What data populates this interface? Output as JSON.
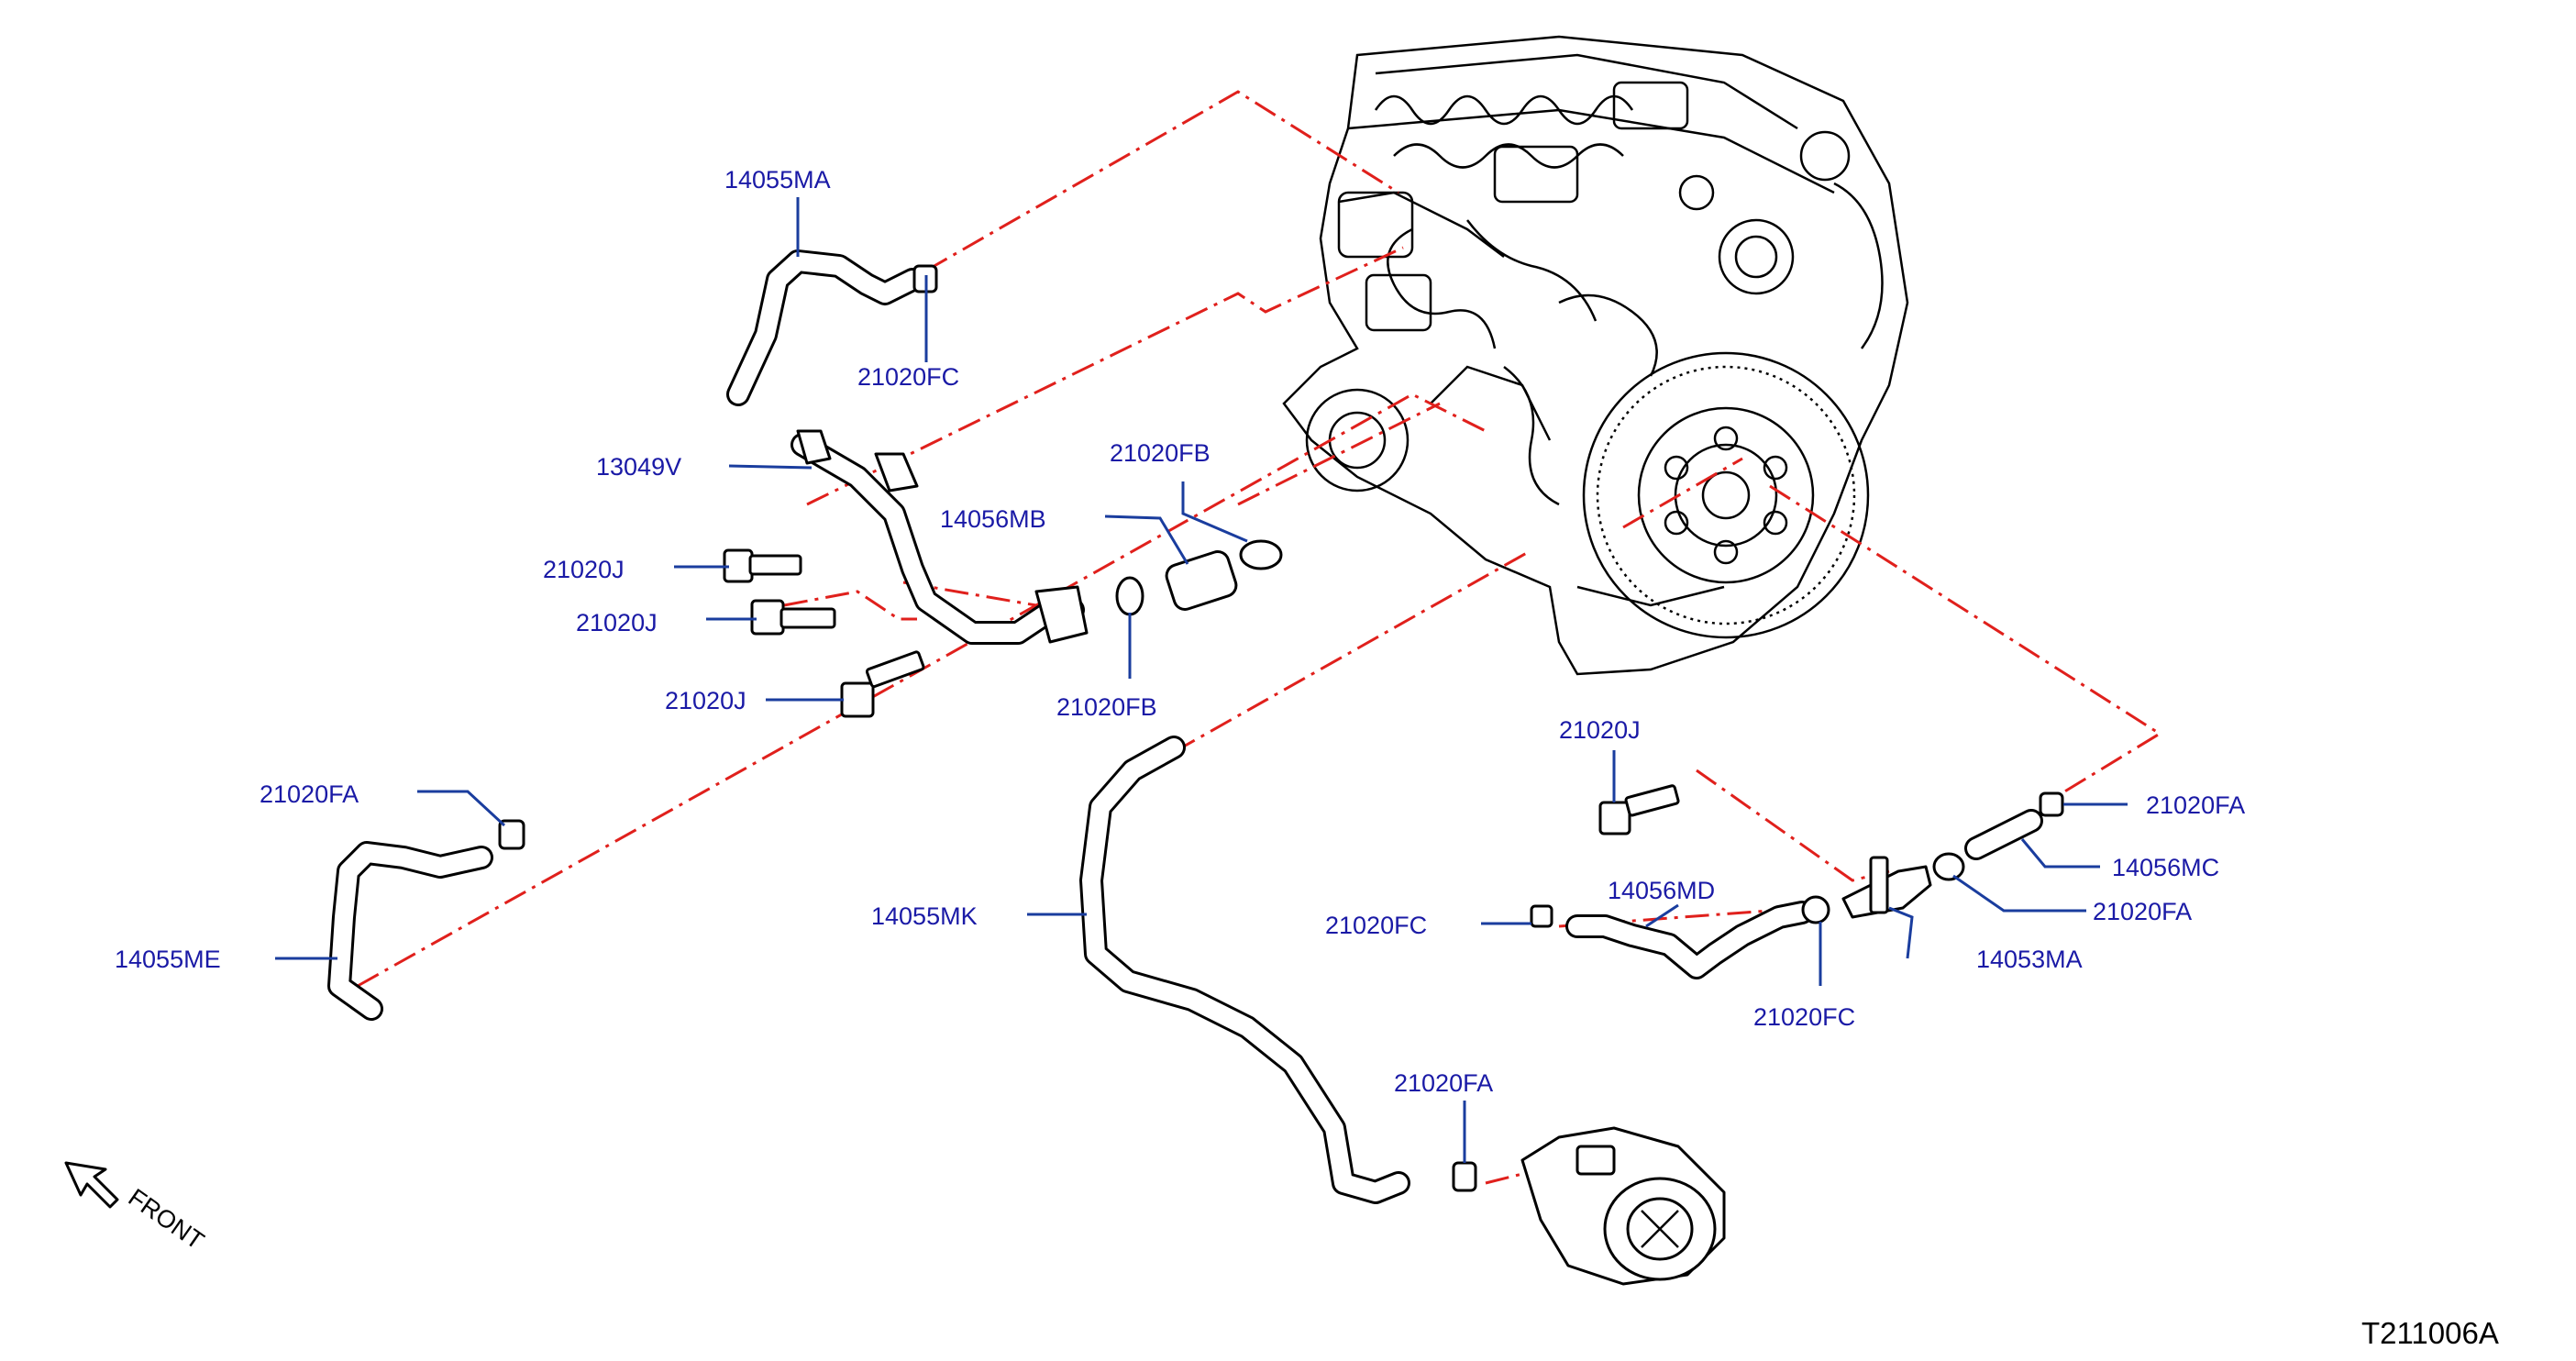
{
  "diagram": {
    "colors": {
      "label": "#1a1aa6",
      "leader": "#1a3d9e",
      "centerline": "#e0201c",
      "line_art": "#000000"
    },
    "labels": {
      "p14055MA": "14055MA",
      "p21020FC_top": "21020FC",
      "p13049V": "13049V",
      "p21020FB_top": "21020FB",
      "p14056MB": "14056MB",
      "p21020J_a": "21020J",
      "p21020J_b": "21020J",
      "p21020J_c": "21020J",
      "p21020FB_bot": "21020FB",
      "p21020FA_left": "21020FA",
      "p14055ME": "14055ME",
      "p14055MK": "14055MK",
      "p21020FA_mid": "21020FA",
      "p21020J_right": "21020J",
      "p21020FA_right_top": "21020FA",
      "p14056MC": "14056MC",
      "p14056MD": "14056MD",
      "p21020FA_right": "21020FA",
      "p21020FC_left": "21020FC",
      "p14053MA": "14053MA",
      "p21020FC_bot": "21020FC"
    },
    "front_marker": "FRONT",
    "illustration_code": "T211006A"
  }
}
